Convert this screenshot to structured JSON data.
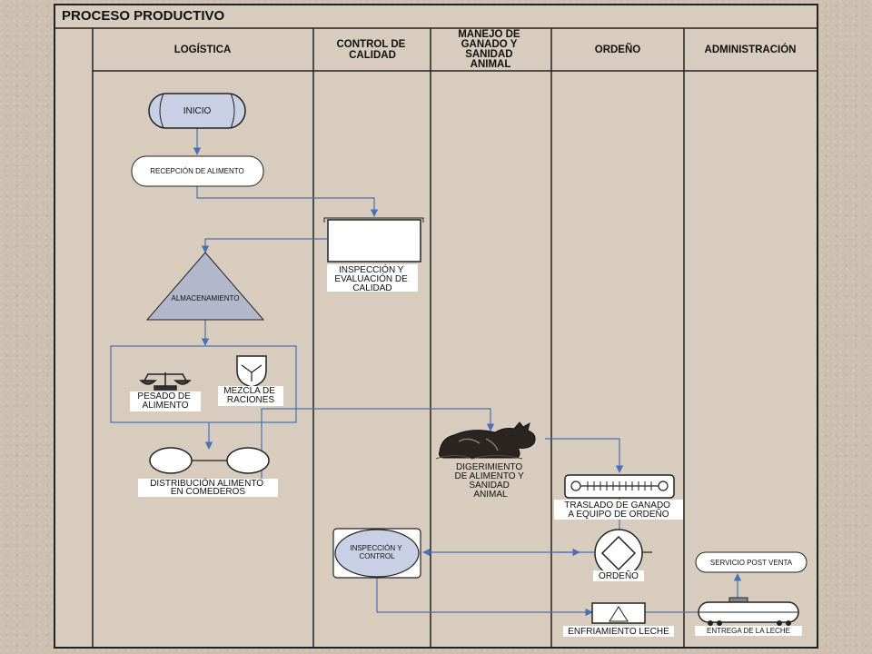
{
  "title": "PROCESO PRODUCTIVO",
  "lanes": [
    {
      "id": "logistica",
      "lines": [
        "LOGÍSTICA"
      ]
    },
    {
      "id": "control",
      "lines": [
        "CONTROL DE",
        "CALIDAD"
      ]
    },
    {
      "id": "manejo",
      "lines": [
        "MANEJO DE",
        "GANADO Y",
        "SANIDAD",
        "ANIMAL"
      ]
    },
    {
      "id": "ordeno",
      "lines": [
        "ORDEÑO"
      ]
    },
    {
      "id": "admin",
      "lines": [
        "ADMINISTRACIÓN"
      ]
    }
  ],
  "nodes": {
    "inicio": "INICIO",
    "recepcion": "RECEPCIÓN DE ALIMENTO",
    "inspeccion_evaluacion": [
      "INSPECCIÓN Y",
      "EVALUACIÓN DE",
      "CALIDAD"
    ],
    "almacenamiento": "ALMACENAMIENTO",
    "pesado": [
      "PESADO DE",
      "ALIMENTO"
    ],
    "mezcla": [
      "MEZCLA DE",
      "RACIONES"
    ],
    "distribucion": [
      "DISTRIBUCIÓN ALIMENTO",
      "EN COMEDEROS"
    ],
    "digerimiento": [
      "DIGERIMIENTO",
      "DE ALIMENTO Y",
      "SANIDAD",
      "ANIMAL"
    ],
    "traslado": [
      "TRASLADO DE GANADO",
      "A EQUIPO DE ORDEÑO"
    ],
    "ordeno": "ORDEÑO",
    "inspeccion_control": [
      "INSPECCIÓN Y",
      "CONTROL"
    ],
    "enfriamiento": "ENFRIAMIENTO LECHE",
    "entrega": "ENTREGA DE LA LECHE",
    "servicio": "SERVICIO POST VENTA"
  },
  "colors": {
    "background": "#cdbfb0",
    "panel": "#d8ccbf",
    "border": "#222222",
    "arrow": "#4a6fb5",
    "terminator_fill": "#c9d0e6",
    "triangle_fill": "#b3b7cc"
  }
}
